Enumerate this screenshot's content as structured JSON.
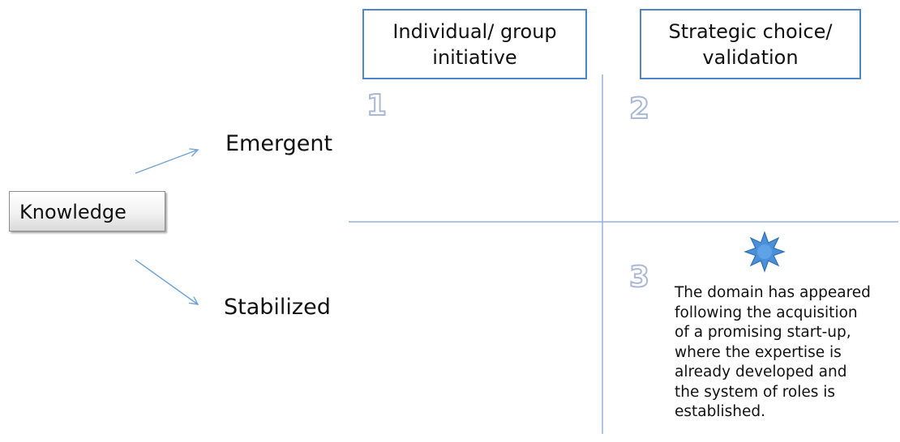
{
  "headers": {
    "left": [
      "Individual/ group",
      "initiative"
    ],
    "right": [
      "Strategic choice/",
      "validation"
    ]
  },
  "root_label": "Knowledge",
  "states": {
    "emergent": "Emergent",
    "stabilized": "Stabilized"
  },
  "quadrant_numbers": {
    "q1": "1",
    "q2": "2",
    "q3": "3"
  },
  "description_lines": [
    "The domain has appeared",
    "following the acquisition",
    "of a promising start-up,",
    "where the expertise is",
    "already developed and",
    "the system of roles is",
    "established."
  ],
  "colors": {
    "header_border": "#4f86c6",
    "axis_line": "#8fb2d9",
    "arrow": "#6fa3d6",
    "star_fill": "#4a90d9",
    "star_stroke": "#2f6fb3",
    "number_outline": "#aab8d6"
  },
  "icons": {
    "marker": "star-burst-icon"
  }
}
